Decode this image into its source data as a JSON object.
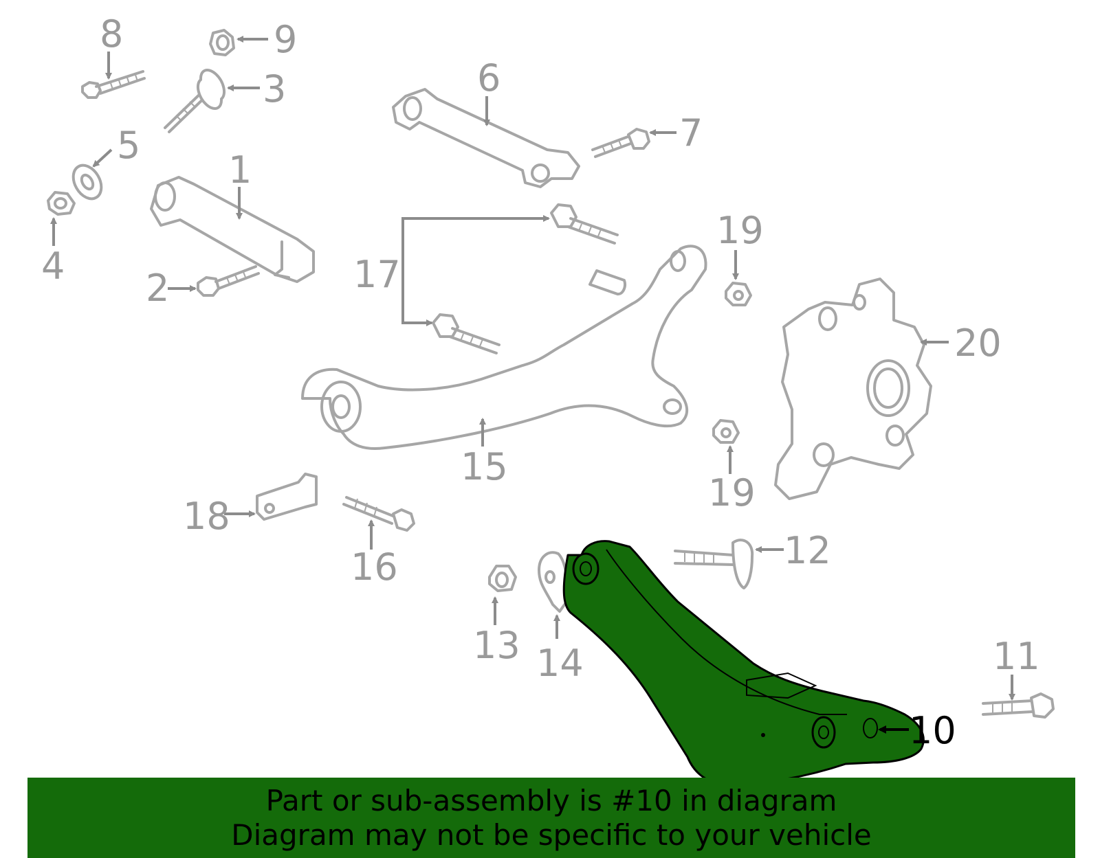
{
  "callouts": [
    {
      "id": "1",
      "text": "1"
    },
    {
      "id": "2",
      "text": "2"
    },
    {
      "id": "3",
      "text": "3"
    },
    {
      "id": "4",
      "text": "4"
    },
    {
      "id": "5",
      "text": "5"
    },
    {
      "id": "6",
      "text": "6"
    },
    {
      "id": "7",
      "text": "7"
    },
    {
      "id": "8",
      "text": "8"
    },
    {
      "id": "9",
      "text": "9"
    },
    {
      "id": "10",
      "text": "10",
      "highlighted": true
    },
    {
      "id": "11",
      "text": "11"
    },
    {
      "id": "12",
      "text": "12"
    },
    {
      "id": "13",
      "text": "13"
    },
    {
      "id": "14",
      "text": "14"
    },
    {
      "id": "15",
      "text": "15"
    },
    {
      "id": "16",
      "text": "16"
    },
    {
      "id": "17",
      "text": "17"
    },
    {
      "id": "18",
      "text": "18"
    },
    {
      "id": "19a",
      "text": "19"
    },
    {
      "id": "19b",
      "text": "19"
    },
    {
      "id": "20",
      "text": "20"
    }
  ],
  "banner": {
    "line1": "Part or sub-assembly is #10 in diagram",
    "line2": "Diagram may not be specific to your vehicle"
  },
  "colors": {
    "highlight_part": "#146b0a",
    "banner": "#146b0a",
    "part_outline": "#a6a6a6",
    "label_gray": "#9a9a9a"
  }
}
